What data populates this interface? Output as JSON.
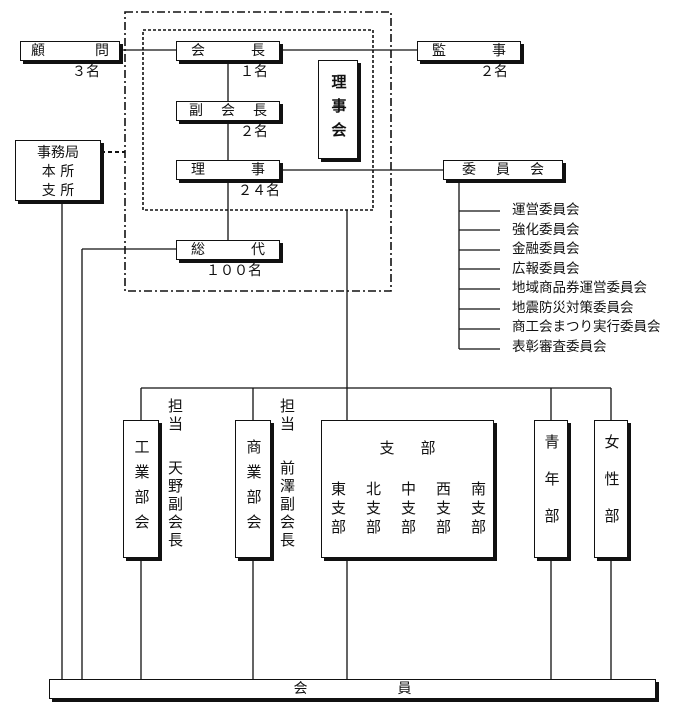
{
  "advisor": {
    "label": [
      "顧",
      "問"
    ],
    "count": "３名"
  },
  "chairman": {
    "label": [
      "会",
      "長"
    ],
    "count": "１名"
  },
  "auditor": {
    "label": [
      "監",
      "事"
    ],
    "count": "２名"
  },
  "vice_chairman": {
    "label": [
      "副",
      "会",
      "長"
    ],
    "count": "２名"
  },
  "director": {
    "label": [
      "理",
      "事"
    ],
    "count": "２４名"
  },
  "board": {
    "label": "理事会"
  },
  "secretariat": {
    "lines": [
      "事務局",
      "本 所",
      "支 所"
    ]
  },
  "committee": {
    "label": [
      "委",
      "員",
      "会"
    ],
    "items": [
      "運営委員会",
      "強化委員会",
      "金融委員会",
      "広報委員会",
      "地域商品券運営委員会",
      "地震防災対策委員会",
      "商工会まつり実行委員会",
      "表彰審査委員会"
    ]
  },
  "delegates": {
    "label": [
      "総",
      "代"
    ],
    "count": "１００名"
  },
  "industry": {
    "label": "工業部会",
    "charge": "担当",
    "person": "天野副会長"
  },
  "commerce": {
    "label": "商業部会",
    "charge": "担当",
    "person": "前澤副会長"
  },
  "branches": {
    "title": [
      "支",
      "部"
    ],
    "items": [
      "東支部",
      "北支部",
      "中支部",
      "西支部",
      "南支部"
    ]
  },
  "youth": {
    "label": "青年部"
  },
  "women": {
    "label": "女性部"
  },
  "members": {
    "label": [
      "会",
      "員"
    ]
  }
}
